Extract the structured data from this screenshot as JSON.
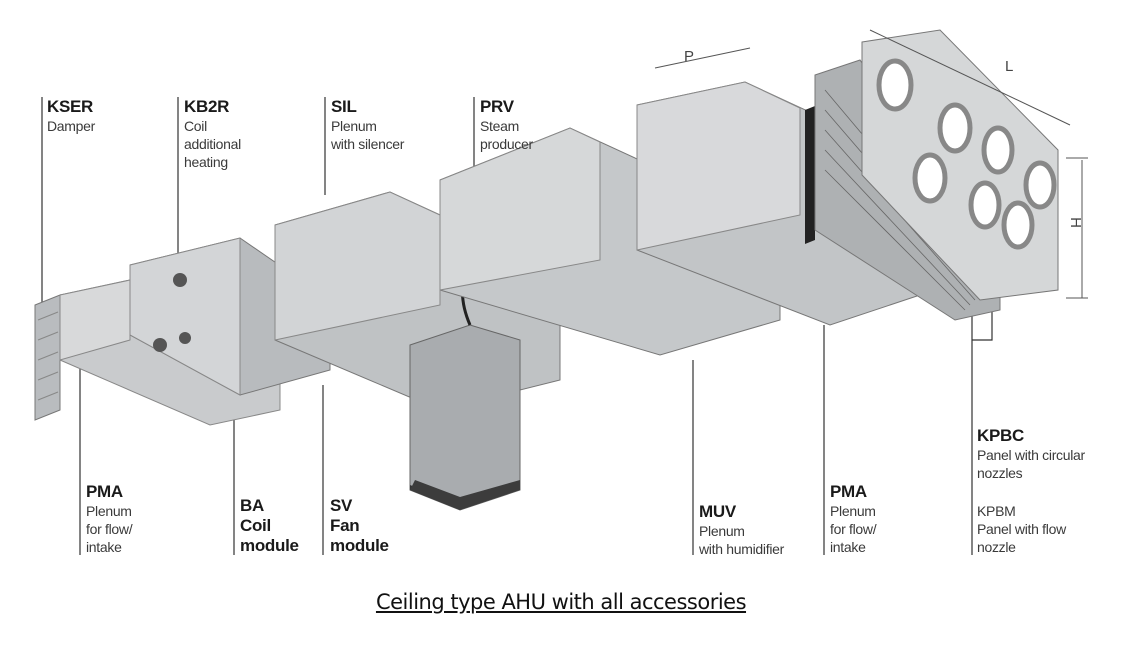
{
  "caption": "Ceiling type AHU with all accessories",
  "dimensions": {
    "p": "P",
    "l": "L",
    "h": "H"
  },
  "labels": {
    "kser": {
      "code": "KSER",
      "lines": [
        "Damper"
      ]
    },
    "kb2r": {
      "code": "KB2R",
      "lines": [
        "Coil",
        "additional",
        "heating"
      ]
    },
    "sil": {
      "code": "SIL",
      "lines": [
        "Plenum",
        "with silencer"
      ]
    },
    "prv": {
      "code": "PRV",
      "lines": [
        "Steam",
        "producer"
      ]
    },
    "pma_left": {
      "code": "PMA",
      "lines": [
        "Plenum",
        "for flow/",
        "intake"
      ]
    },
    "ba": {
      "lines": [
        "BA",
        "Coil",
        "module"
      ]
    },
    "sv": {
      "lines": [
        "SV",
        "Fan",
        "module"
      ]
    },
    "muv": {
      "code": "MUV",
      "lines": [
        "Plenum",
        "with humidifier"
      ]
    },
    "pma_right": {
      "code": "PMA",
      "lines": [
        "Plenum",
        "for flow/",
        "intake"
      ]
    },
    "kpbc": {
      "code": "KPBC",
      "lines": [
        "Panel with circular",
        "nozzles"
      ]
    },
    "kpbm": {
      "lines": [
        "KPBM",
        "Panel with flow",
        "nozzle"
      ]
    }
  }
}
